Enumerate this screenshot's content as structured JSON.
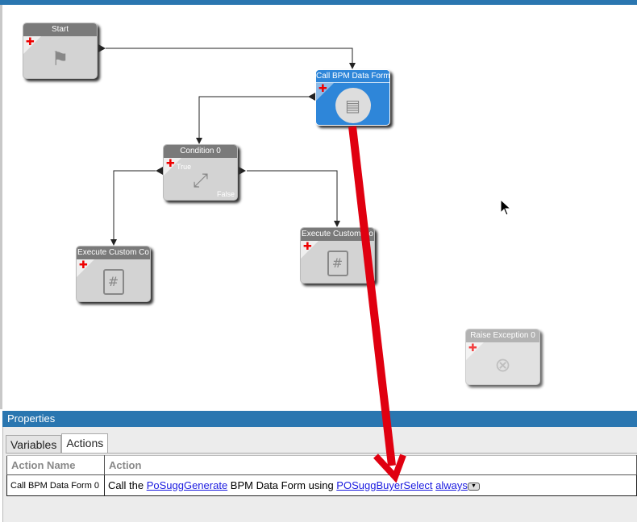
{
  "canvas": {
    "nodes": [
      {
        "id": "start",
        "title": "Start",
        "icon": "flag-icon"
      },
      {
        "id": "call-bpm",
        "title": "Call BPM Data Form",
        "icon": "data-form-icon",
        "selected": true
      },
      {
        "id": "condition",
        "title": "Condition 0",
        "icon": "condition-arrows-icon",
        "true_label": "True",
        "false_label": "False"
      },
      {
        "id": "exec-left",
        "title": "Execute Custom Co",
        "icon": "script-file-icon"
      },
      {
        "id": "exec-right",
        "title": "Execute Custom Co",
        "icon": "script-file-icon"
      },
      {
        "id": "raise",
        "title": "Raise Exception 0",
        "icon": "exception-file-icon"
      }
    ]
  },
  "properties": {
    "title": "Properties",
    "tabs": [
      {
        "label": "Variables"
      },
      {
        "label": "Actions",
        "active": true
      }
    ],
    "columns": [
      "Action Name",
      "Action"
    ],
    "row": {
      "name": "Call BPM Data Form 0",
      "prefix": "Call the",
      "form_link": "PoSuggGenerate",
      "middle": "BPM Data Form using",
      "using_link": "POSuggBuyerSelect",
      "condition_link": "always"
    }
  },
  "colors": {
    "header": "#2a76b0",
    "selected_node": "#2e86d9",
    "annotation_arrow": "#e00010"
  }
}
